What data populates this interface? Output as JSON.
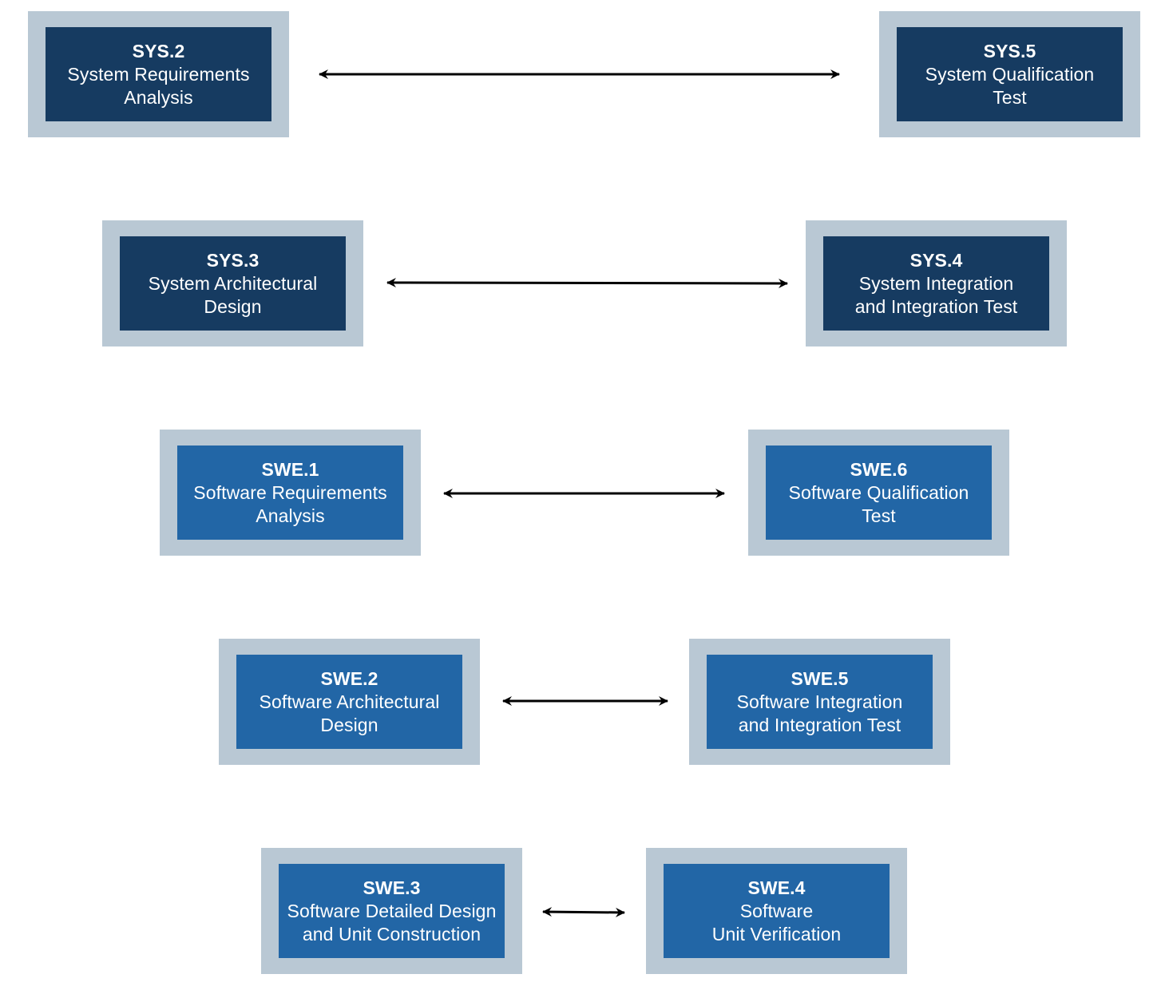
{
  "colors": {
    "frame": "#b9c8d4",
    "system_box": "#163b61",
    "software_box": "#2266a6",
    "arrow": "#000000"
  },
  "rows": [
    {
      "left": {
        "id": "sys2",
        "group": "system",
        "code": "SYS.2",
        "line1": "System Requirements",
        "line2": "Analysis"
      },
      "right": {
        "id": "sys5",
        "group": "system",
        "code": "SYS.5",
        "line1": "System Qualification",
        "line2": "Test"
      }
    },
    {
      "left": {
        "id": "sys3",
        "group": "system",
        "code": "SYS.3",
        "line1": "System Architectural",
        "line2": "Design"
      },
      "right": {
        "id": "sys4",
        "group": "system",
        "code": "SYS.4",
        "line1": "System Integration",
        "line2": "and Integration Test"
      }
    },
    {
      "left": {
        "id": "swe1",
        "group": "software",
        "code": "SWE.1",
        "line1": "Software Requirements",
        "line2": "Analysis"
      },
      "right": {
        "id": "swe6",
        "group": "software",
        "code": "SWE.6",
        "line1": "Software Qualification",
        "line2": "Test"
      }
    },
    {
      "left": {
        "id": "swe2",
        "group": "software",
        "code": "SWE.2",
        "line1": "Software Architectural",
        "line2": "Design"
      },
      "right": {
        "id": "swe5",
        "group": "software",
        "code": "SWE.5",
        "line1": "Software Integration",
        "line2": "and Integration Test"
      }
    },
    {
      "left": {
        "id": "swe3",
        "group": "software",
        "code": "SWE.3",
        "line1": "Software Detailed Design",
        "line2": "and Unit Construction"
      },
      "right": {
        "id": "swe4",
        "group": "software",
        "code": "SWE.4",
        "line1": "Software",
        "line2": "Unit Verification"
      }
    }
  ]
}
